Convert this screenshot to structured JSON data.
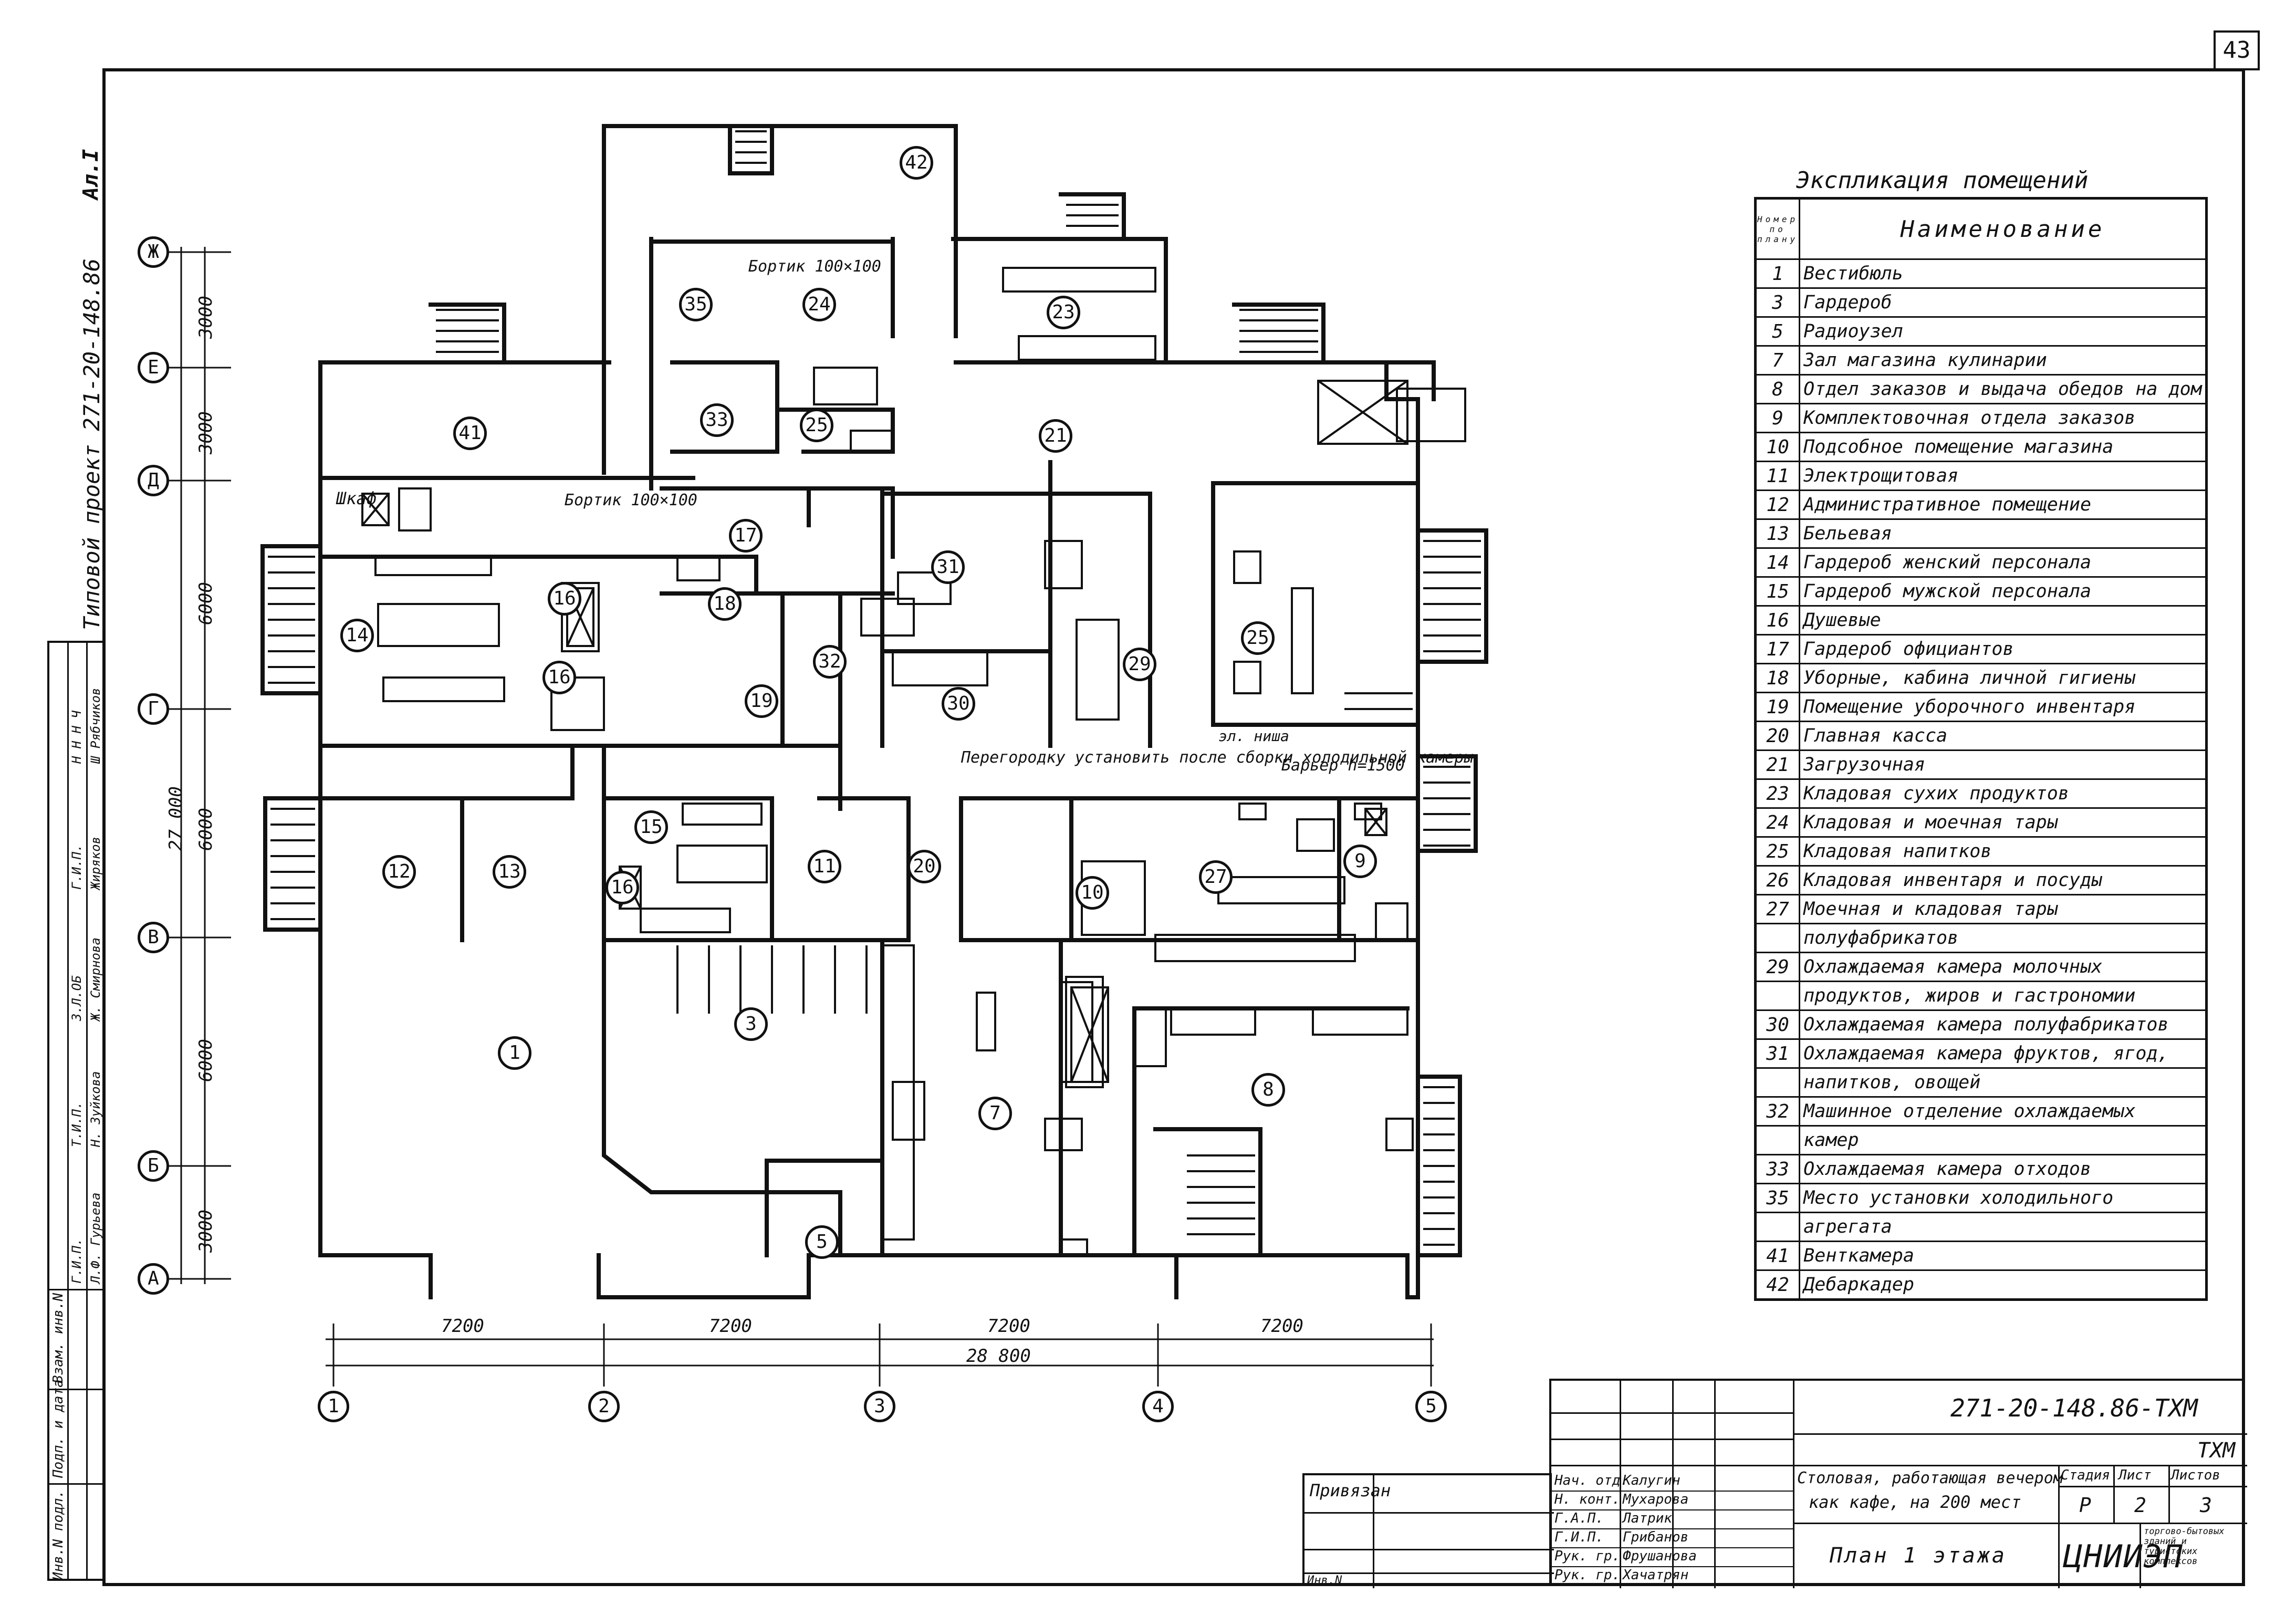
{
  "sheet": {
    "number": "43",
    "top_stamp": "Типовой проект 271-20-148.86",
    "side_code": "Ал.І"
  },
  "left_stamp": {
    "cols": [
      "Инв.N подл.",
      "Подп. и дата",
      "Взам. инв.N"
    ],
    "rows": [
      [
        "Н Н Н Ч",
        "Ш Рябчиков"
      ],
      [
        "Г.И.П.",
        "Жиряков"
      ],
      [
        "З.Л.ОБ",
        "Ж. Смирнова"
      ],
      [
        "Т.И.П.",
        "Н. Зуйкова"
      ],
      [
        "Г.И.П.",
        "Л.Ф. Гурьева"
      ]
    ]
  },
  "plan": {
    "row_axes": [
      "Ж",
      "Е",
      "Д",
      "Г",
      "В",
      "Б",
      "А"
    ],
    "col_axes": [
      "1",
      "2",
      "3",
      "4",
      "5"
    ],
    "vert_dims": [
      "3000",
      "3000",
      "6000",
      "6000",
      "6000",
      "3000"
    ],
    "vert_total": "27 000",
    "horiz_dims": [
      "7200",
      "7200",
      "7200",
      "7200"
    ],
    "horiz_total": "28 800",
    "notes": {
      "partition": "Перегородку установить после сборки холодильной камеры",
      "bortik1": "Бортик 100×100",
      "bortik2": "Бортик 100×100",
      "barrier": "Барьер h=1500",
      "shkaf": "Шкаф",
      "el_nisha": "эл. ниша"
    },
    "rooms": [
      {
        "n": "1"
      },
      {
        "n": "3"
      },
      {
        "n": "5"
      },
      {
        "n": "7"
      },
      {
        "n": "8"
      },
      {
        "n": "9"
      },
      {
        "n": "10"
      },
      {
        "n": "11"
      },
      {
        "n": "12"
      },
      {
        "n": "13"
      },
      {
        "n": "14"
      },
      {
        "n": "15"
      },
      {
        "n": "16"
      },
      {
        "n": "16"
      },
      {
        "n": "16"
      },
      {
        "n": "17"
      },
      {
        "n": "18"
      },
      {
        "n": "19"
      },
      {
        "n": "20"
      },
      {
        "n": "21"
      },
      {
        "n": "23"
      },
      {
        "n": "24"
      },
      {
        "n": "25"
      },
      {
        "n": "25"
      },
      {
        "n": "27"
      },
      {
        "n": "29"
      },
      {
        "n": "30"
      },
      {
        "n": "31"
      },
      {
        "n": "32"
      },
      {
        "n": "33"
      },
      {
        "n": "35"
      },
      {
        "n": "41"
      },
      {
        "n": "42"
      }
    ]
  },
  "explication": {
    "title": "Экспликация помещений",
    "header_num": "Номер по плану",
    "header_name": "Наименование",
    "items": [
      {
        "n": "1",
        "name": "Вестибюль"
      },
      {
        "n": "3",
        "name": "Гардероб"
      },
      {
        "n": "5",
        "name": "Радиоузел"
      },
      {
        "n": "7",
        "name": "Зал магазина кулинарии"
      },
      {
        "n": "8",
        "name": "Отдел заказов и выдача обедов на дом"
      },
      {
        "n": "9",
        "name": "Комплектовочная отдела заказов"
      },
      {
        "n": "10",
        "name": "Подсобное помещение магазина"
      },
      {
        "n": "11",
        "name": "Электрощитовая"
      },
      {
        "n": "12",
        "name": "Административное помещение"
      },
      {
        "n": "13",
        "name": "Бельевая"
      },
      {
        "n": "14",
        "name": "Гардероб женский персонала"
      },
      {
        "n": "15",
        "name": "Гардероб мужской персонала"
      },
      {
        "n": "16",
        "name": "Душевые"
      },
      {
        "n": "17",
        "name": "Гардероб официантов"
      },
      {
        "n": "18",
        "name": "Уборные, кабина личной гигиены"
      },
      {
        "n": "19",
        "name": "Помещение уборочного инвентаря"
      },
      {
        "n": "20",
        "name": "Главная касса"
      },
      {
        "n": "21",
        "name": "Загрузочная"
      },
      {
        "n": "23",
        "name": "Кладовая сухих продуктов"
      },
      {
        "n": "24",
        "name": "Кладовая и моечная тары"
      },
      {
        "n": "25",
        "name": "Кладовая напитков"
      },
      {
        "n": "26",
        "name": "Кладовая инвентаря и посуды"
      },
      {
        "n": "27",
        "name": "Моечная и кладовая тары"
      },
      {
        "n": "",
        "name": "полуфабрикатов"
      },
      {
        "n": "29",
        "name": "Охлаждаемая камера молочных"
      },
      {
        "n": "",
        "name": "продуктов, жиров и гастрономии"
      },
      {
        "n": "30",
        "name": "Охлаждаемая камера полуфабрикатов"
      },
      {
        "n": "31",
        "name": "Охлаждаемая камера фруктов, ягод,"
      },
      {
        "n": "",
        "name": "напитков, овощей"
      },
      {
        "n": "32",
        "name": "Машинное отделение охлаждаемых"
      },
      {
        "n": "",
        "name": "камер"
      },
      {
        "n": "33",
        "name": "Охлаждаемая камера отходов"
      },
      {
        "n": "35",
        "name": "Место установки холодильного"
      },
      {
        "n": "",
        "name": "агрегата"
      },
      {
        "n": "41",
        "name": "Венткамера"
      },
      {
        "n": "42",
        "name": "Дебаркадер"
      }
    ]
  },
  "title_block": {
    "code": "271-20-148.86-ТХМ",
    "mark": "ТХМ",
    "project_name_1": "Столовая, работающая вечером",
    "project_name_2": "как кафе, на 200 мест",
    "sheet_title": "План 1 этажа",
    "stage_h": "Стадия",
    "sheet_h": "Лист",
    "sheets_h": "Листов",
    "stage": "Р",
    "sheet": "2",
    "sheets": "3",
    "org": "ЦНИИЭП",
    "org_sub": "торгово-бытовых зданий и туристских комплексов",
    "privyazan": "Привязан",
    "inv": "Инв.N",
    "roles": [
      {
        "role": "Нач. отд.",
        "name": "Калугин"
      },
      {
        "role": "Н. конт.",
        "name": "Мухарова"
      },
      {
        "role": "Г.А.П.",
        "name": "Латрик"
      },
      {
        "role": "Г.И.П.",
        "name": "Грибанов"
      },
      {
        "role": "Рук. гр.",
        "name": "Фрушанова"
      },
      {
        "role": "Рук. гр.",
        "name": "Хачатрян"
      }
    ]
  }
}
